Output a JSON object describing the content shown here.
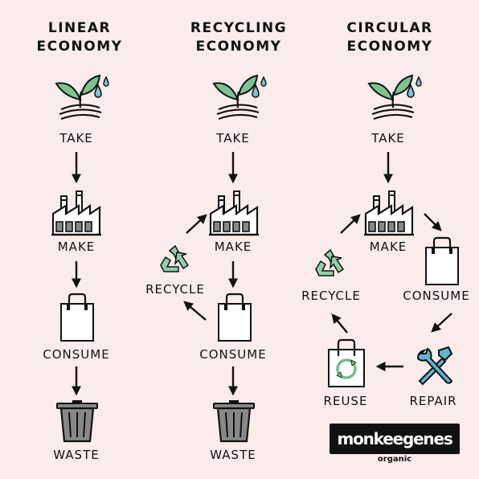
{
  "columns": [
    {
      "title_line1": "LINEAR",
      "title_line2": "ECONOMY"
    },
    {
      "title_line1": "RECYCLING",
      "title_line2": "ECONOMY"
    },
    {
      "title_line1": "CIRCULAR",
      "title_line2": "ECONOMY"
    }
  ],
  "linear": {
    "take": "TAKE",
    "make": "MAKE",
    "consume": "CONSUME",
    "waste": "WASTE"
  },
  "recycling": {
    "take": "TAKE",
    "make": "MAKE",
    "recycle": "RECYCLE",
    "consume": "CONSUME",
    "waste": "WASTE"
  },
  "circular": {
    "take": "TAKE",
    "make": "MAKE",
    "recycle": "RECYCLE",
    "consume": "CONSUME",
    "reuse": "REUSE",
    "repair": "REPAIR"
  },
  "logo": {
    "name": "monkeegenes",
    "sub": "organic"
  },
  "icons": {
    "plant": "plant-sprout-icon",
    "factory": "factory-icon",
    "bag": "shopping-bag-icon",
    "bin": "trash-bin-icon",
    "recycle": "recycle-symbol-icon",
    "repair": "wrench-hammer-icon",
    "reuse_bag": "reuse-bag-icon"
  },
  "colors": {
    "background": "#fbecec",
    "recycle_green": "#6fbf8c",
    "water_blue": "#7fc3d9",
    "plant_green": "#7cc48f",
    "repair_blue": "#5cb6cf"
  }
}
